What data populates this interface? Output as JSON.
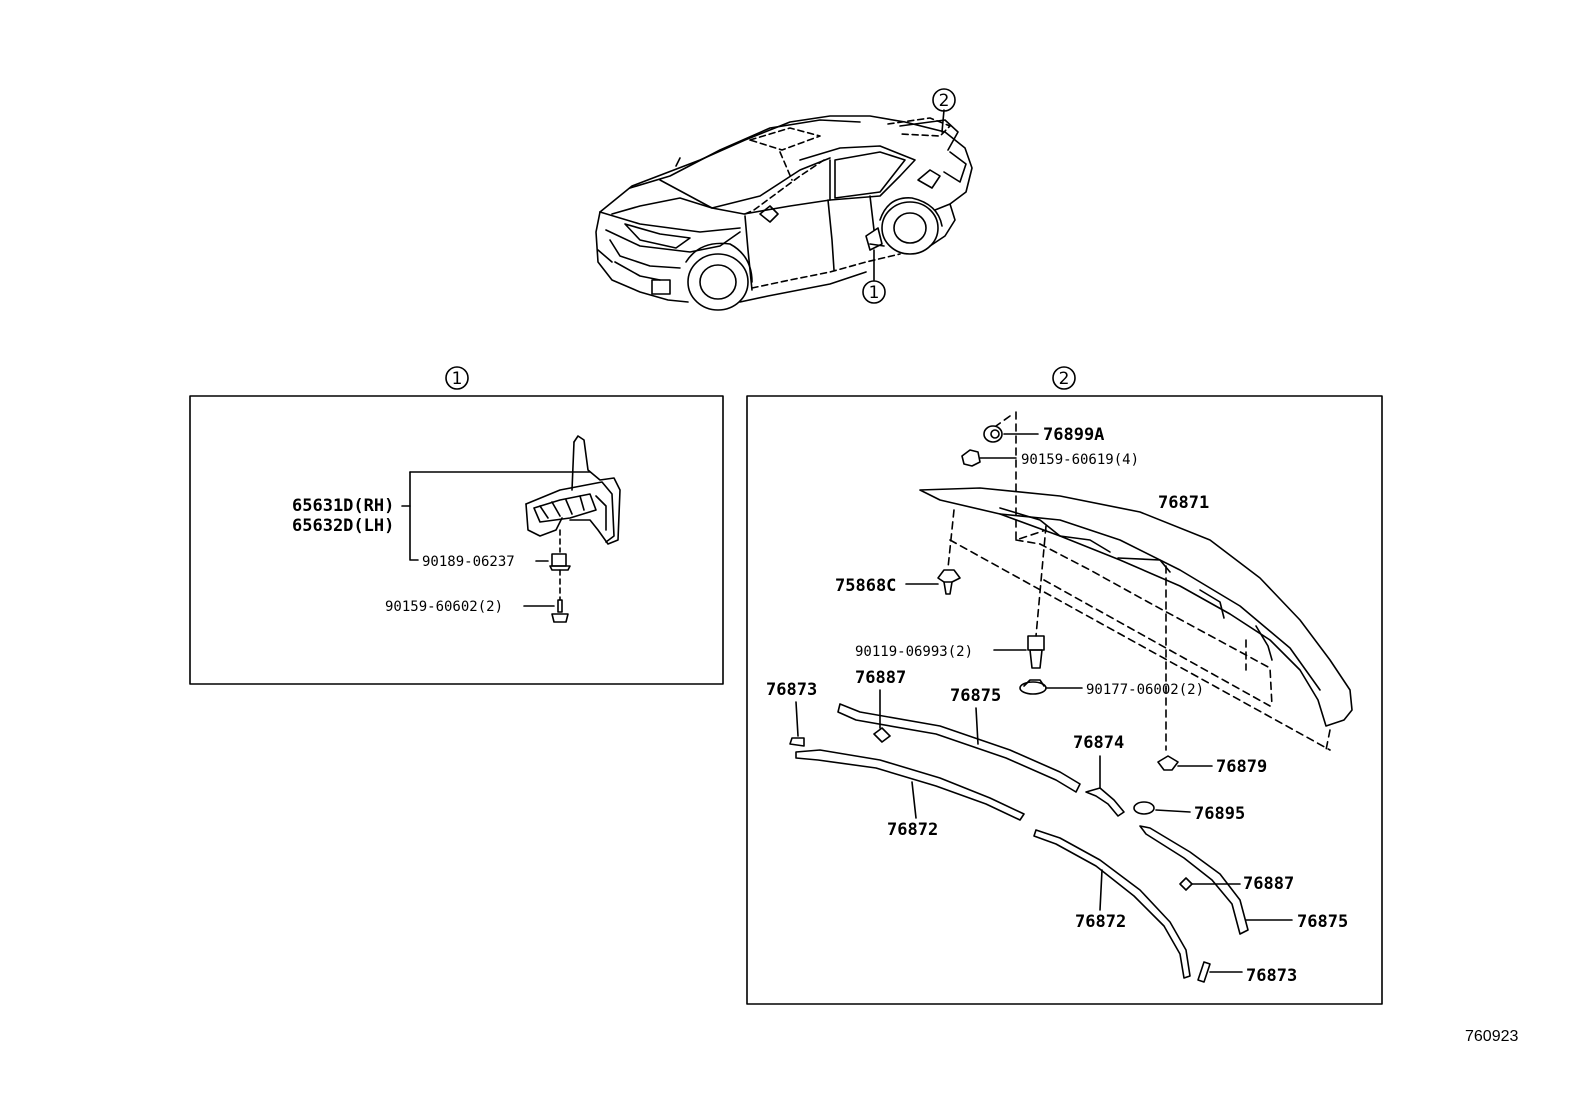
{
  "callouts": {
    "one": "1",
    "two": "2"
  },
  "panel1": {
    "parts": {
      "mudguard_rh": "65631D(RH)",
      "mudguard_lh": "65632D(LH)",
      "clip": "90189-06237",
      "screw": "90159-60602(2)"
    }
  },
  "panel2": {
    "parts": {
      "p76899A": "76899A",
      "p90159_60619": "90159-60619(4)",
      "p76871": "76871",
      "p75868C": "75868C",
      "p90119_06993": "90119-06993(2)",
      "p90177_06002": "90177-06002(2)",
      "p76873_a": "76873",
      "p76887_a": "76887",
      "p76875_a": "76875",
      "p76874": "76874",
      "p76879": "76879",
      "p76895": "76895",
      "p76872_a": "76872",
      "p76887_b": "76887",
      "p76875_b": "76875",
      "p76872_b": "76872",
      "p76873_b": "76873"
    }
  },
  "diagram_ref": "760923"
}
